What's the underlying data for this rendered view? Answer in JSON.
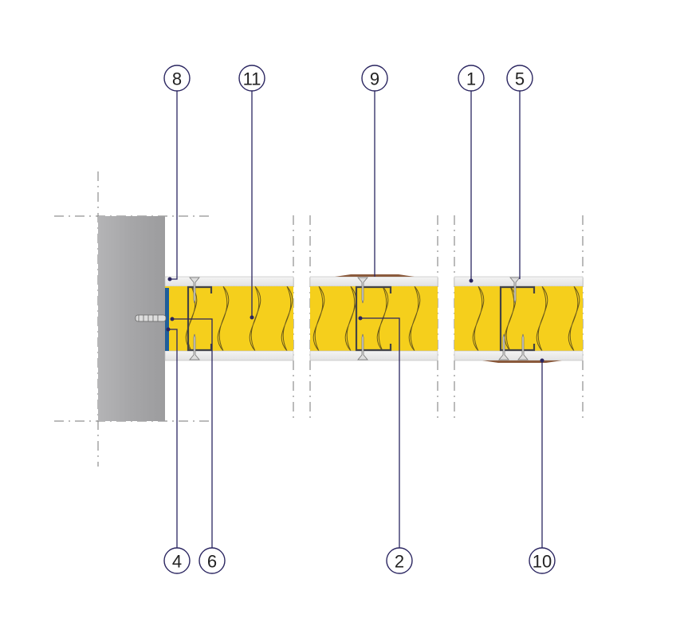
{
  "diagram": {
    "colors": {
      "wall": "#a9a9ab",
      "board": "#ececec",
      "insulation": "#f5cf1c",
      "leader": "#2a2560",
      "anchor_strip": "#1f5e9a",
      "sealant": "#8a5a3c"
    },
    "callouts_top": [
      {
        "label": "8"
      },
      {
        "label": "11"
      },
      {
        "label": "9"
      },
      {
        "label": "1"
      },
      {
        "label": "5"
      }
    ],
    "callouts_bottom": [
      {
        "label": "4"
      },
      {
        "label": "6"
      },
      {
        "label": "2"
      },
      {
        "label": "10"
      }
    ]
  }
}
